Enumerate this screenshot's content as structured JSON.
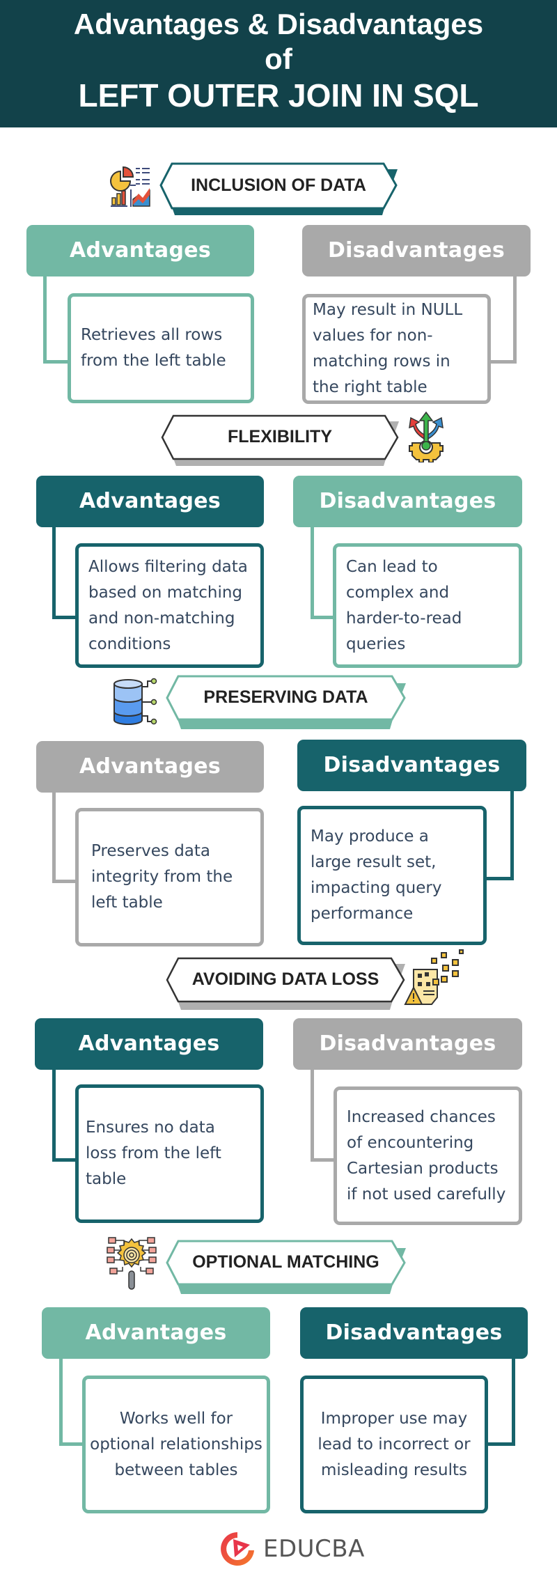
{
  "header": {
    "line1": "Advantages & Disadvantages",
    "line2": "of",
    "line3": "LEFT OUTER JOIN IN SQL",
    "background": "#12424a"
  },
  "colors": {
    "dark_teal": "#17636b",
    "light_teal": "#72b8a4",
    "grey": "#a9a9a9",
    "body_text": "#35475e"
  },
  "sections": [
    {
      "title": "INCLUSION OF DATA",
      "icon": "data-analytics-icon",
      "advantages_label": "Advantages",
      "disadvantages_label": "Disadvantages",
      "advantage": "Retrieves all rows from the left table",
      "disadvantage": "May result in NULL values for non-matching rows in the right table"
    },
    {
      "title": "FLEXIBILITY",
      "icon": "flexibility-arrows-gear-icon",
      "advantages_label": "Advantages",
      "disadvantages_label": "Disadvantages",
      "advantage": "Allows filtering data based on matching and non-matching conditions",
      "disadvantage": "Can lead to complex and harder-to-read queries"
    },
    {
      "title": "PRESERVING DATA",
      "icon": "database-icon",
      "advantages_label": "Advantages",
      "disadvantages_label": "Disadvantages",
      "advantage": "Preserves data integrity from the left table",
      "disadvantage": "May produce a large result set, impacting query performance"
    },
    {
      "title": "AVOIDING DATA LOSS",
      "icon": "data-loss-warning-icon",
      "advantages_label": "Advantages",
      "disadvantages_label": "Disadvantages",
      "advantage": "Ensures no data loss from the left table",
      "disadvantage": "Increased chances of encountering Cartesian products if not used carefully"
    },
    {
      "title": "OPTIONAL MATCHING",
      "icon": "gear-search-network-icon",
      "advantages_label": "Advantages",
      "disadvantages_label": "Disadvantages",
      "advantage": "Works well for optional relationships between tables",
      "disadvantage": "Improper use may lead to incorrect or misleading results"
    }
  ],
  "footer": {
    "brand": "EDUCBA"
  }
}
